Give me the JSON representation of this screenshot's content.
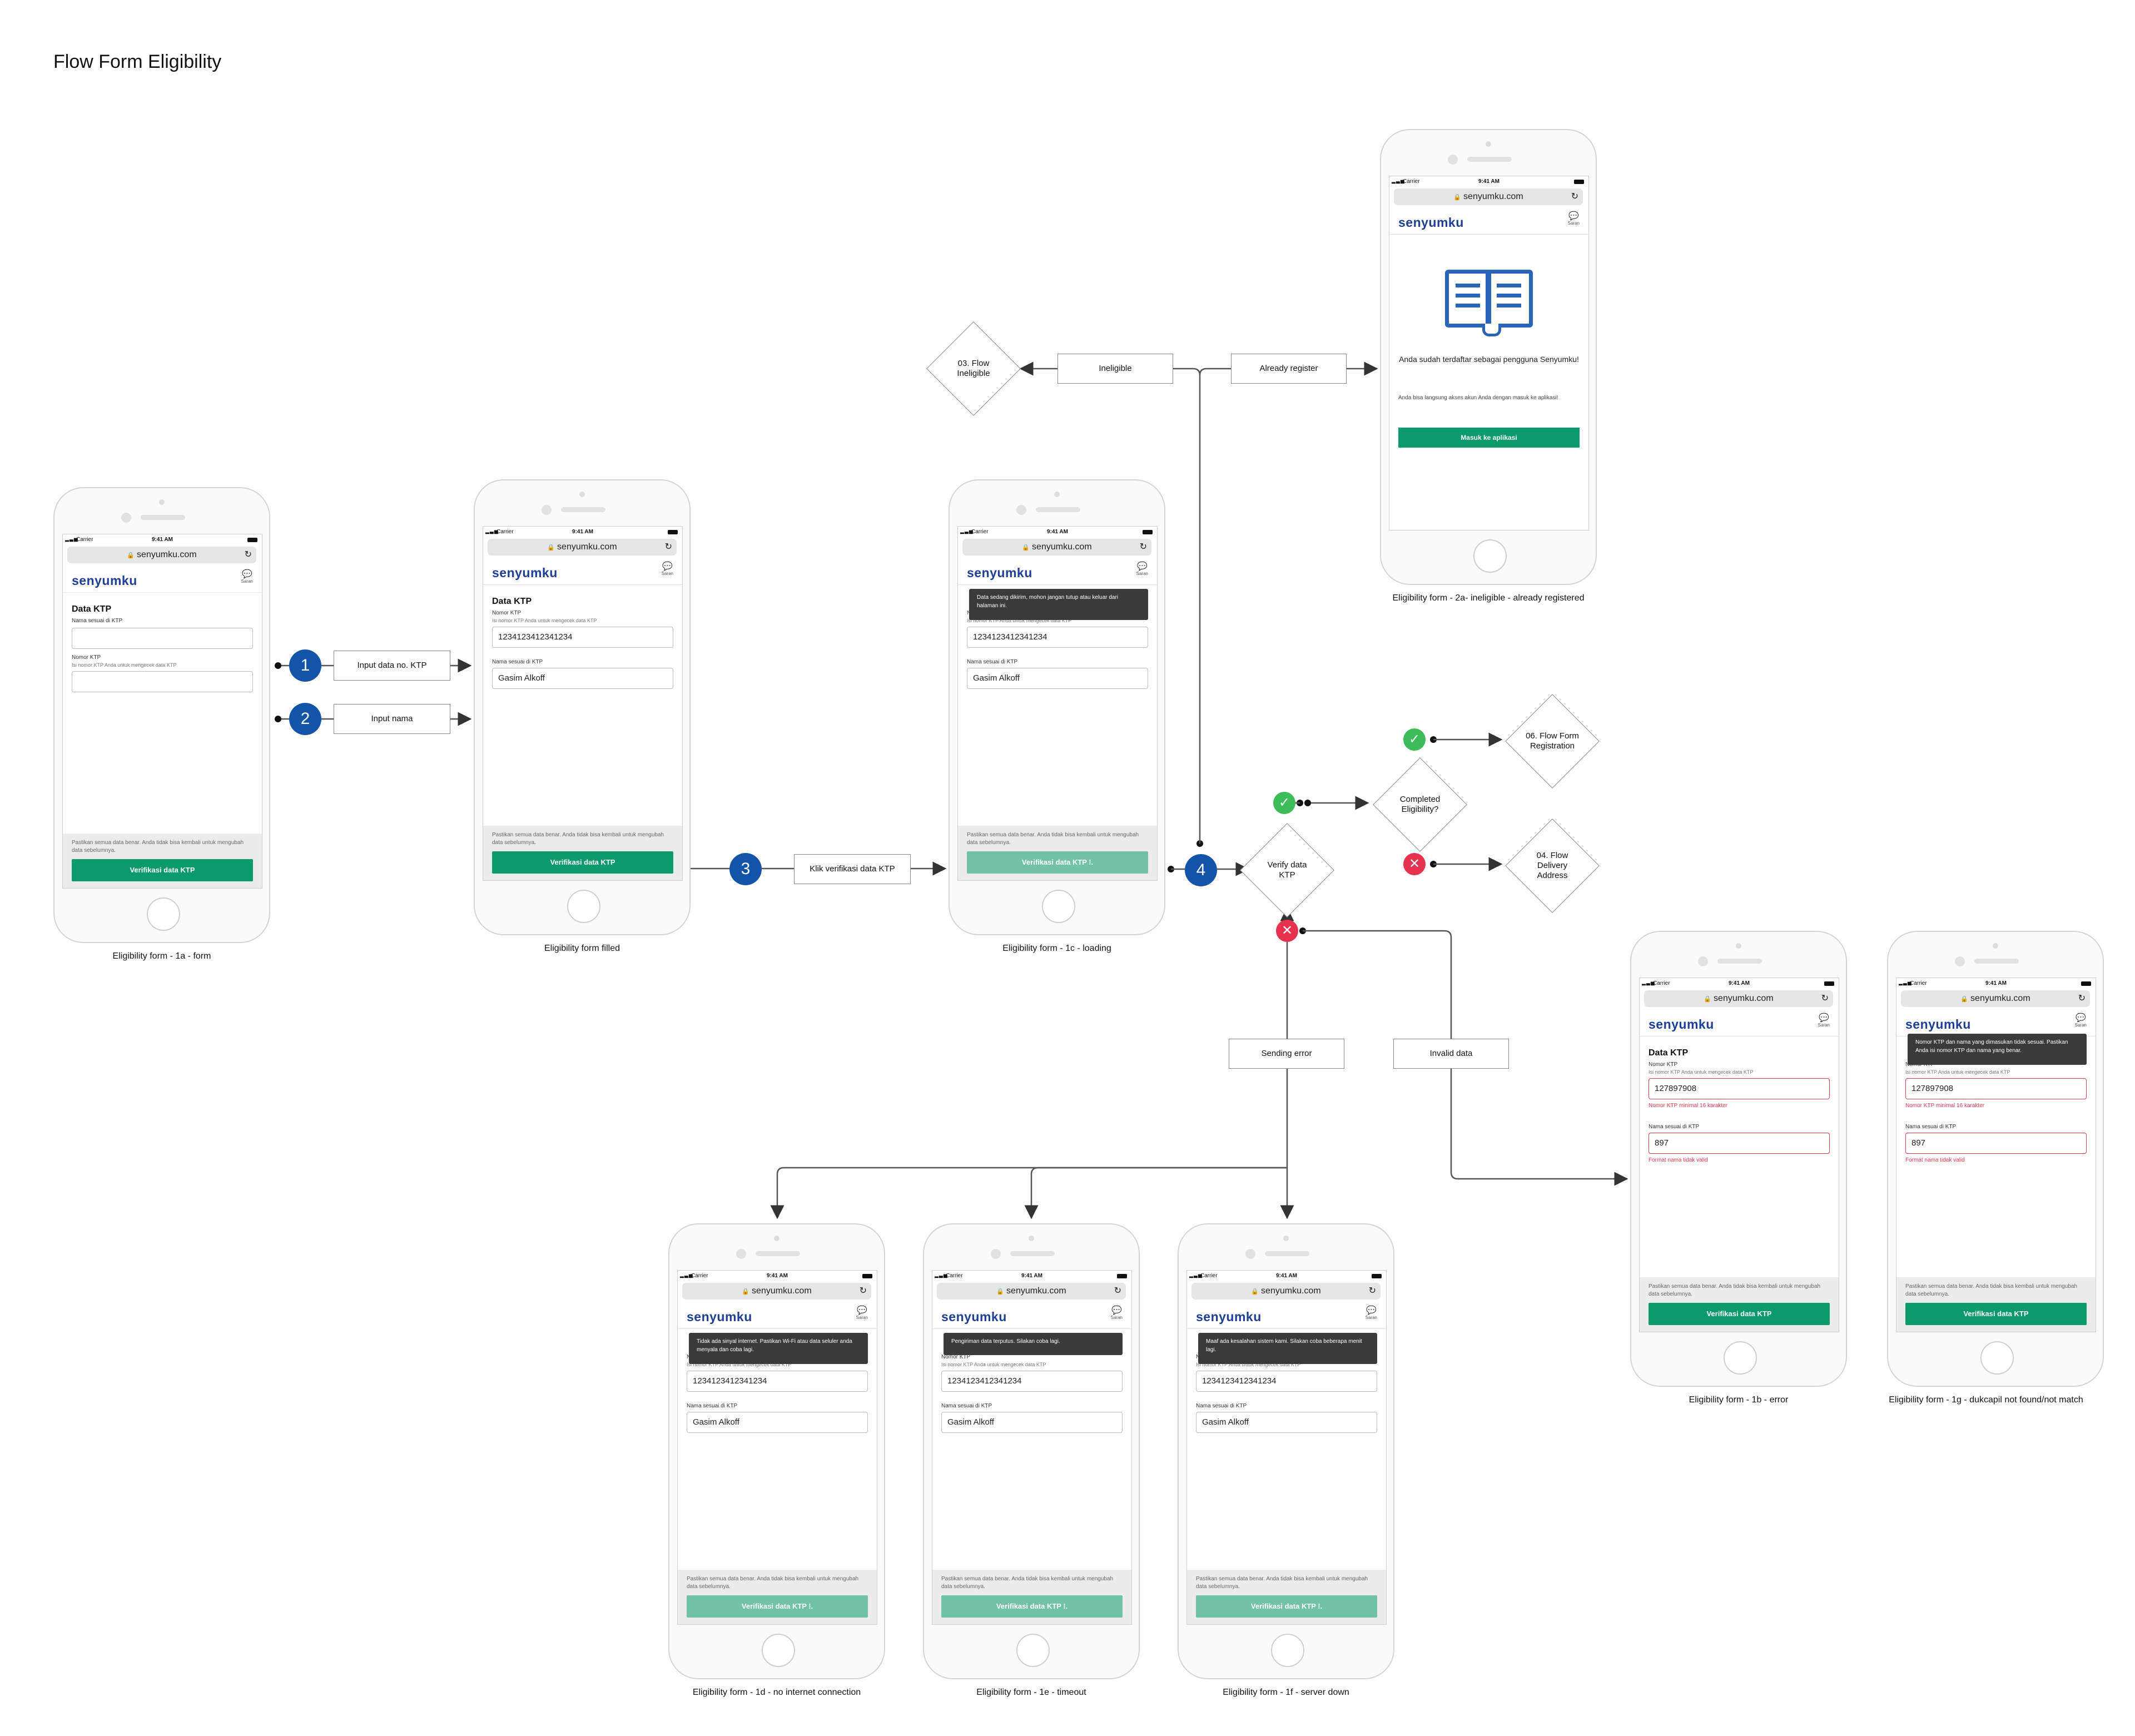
{
  "title": "Flow Form Eligibility",
  "phone_common": {
    "carrier": "Carrier",
    "time": "9:41 AM",
    "url": "senyumku.com",
    "logo": "senyumku",
    "saran": "Saran",
    "form_heading": "Data KTP",
    "label_nomor": "Nomor KTP",
    "hint_nomor": "Isi nomor KTP Anda untuk mengecek data KTP",
    "label_nama": "Nama sesuai di KTP",
    "footer_note": "Pastikan semua data benar. Anda tidak bisa kembali untuk mengubah data sebelumnya.",
    "cta": "Verifikasi data KTP",
    "cta_loading": "Verifikasi data KTP ⁝.",
    "value_ktp": "1234123412341234",
    "value_nama": "Gasim Alkoff"
  },
  "screens": {
    "s1a": {
      "caption": "Eligibility form - 1a - form"
    },
    "s_filled": {
      "caption": "Eligibility form filled"
    },
    "s1c": {
      "caption": "Eligibility form - 1c - loading",
      "toast": "Data sedang dikirim, mohon jangan tutup atau keluar dari halaman ini."
    },
    "s2a": {
      "caption": "Eligibility form - 2a- ineligible - already registered",
      "headline": "Anda sudah terdaftar sebagai pengguna Senyumku!",
      "body": "Anda bisa langsung akses akun Anda dengan masuk ke aplikasi!",
      "cta": "Masuk ke aplikasi"
    },
    "s1b": {
      "caption": "Eligibility form - 1b - error",
      "value_ktp": "127897908",
      "error_ktp": "Nomor KTP minimal 16 karakter",
      "value_nama": "897",
      "error_nama": "Format nama tidak valid"
    },
    "s1g": {
      "caption": "Eligibility form - 1g - dukcapil not found/not match",
      "toast": "Nomor KTP dan nama yang dimasukan tidak sesuai. Pastikan Anda isi nomor KTP dan nama yang benar."
    },
    "s1d": {
      "caption": "Eligibility form - 1d - no internet connection",
      "toast": "Tidak ada sinyal internet. Pastikan Wi-Fi atau data seluler anda menyala dan coba lagi."
    },
    "s1e": {
      "caption": "Eligibility form - 1e - timeout",
      "toast": "Pengiriman data terputus. Silakan coba lagi."
    },
    "s1f": {
      "caption": "Eligibility form - 1f - server down",
      "toast": "Maaf ada kesalahan sistem kami. Silakan coba beberapa menit lagi."
    }
  },
  "flow": {
    "steps": [
      "1",
      "2",
      "3",
      "4"
    ],
    "labels": {
      "input_ktp": "Input data no. KTP",
      "input_nama": "Input nama",
      "klik_verifikasi": "Klik verifikasi data KTP",
      "ineligible": "Ineligible",
      "already_register": "Already register",
      "sending_error": "Sending error",
      "invalid_data": "Invalid data"
    },
    "decisions": {
      "flow_ineligible": "03. Flow Ineligible",
      "verify": "Verify data KTP",
      "completed": "Completed Eligibility?",
      "registration": "06. Flow Form Registration",
      "delivery": "04. Flow Delivery Address"
    },
    "status_ok": "✓",
    "status_fail": "✕",
    "colors": {
      "step": "#1353a8",
      "success": "#3dbd5a",
      "fail": "#e5334f",
      "primary_button": "#0a9a6b",
      "error": "#e0344b"
    }
  }
}
